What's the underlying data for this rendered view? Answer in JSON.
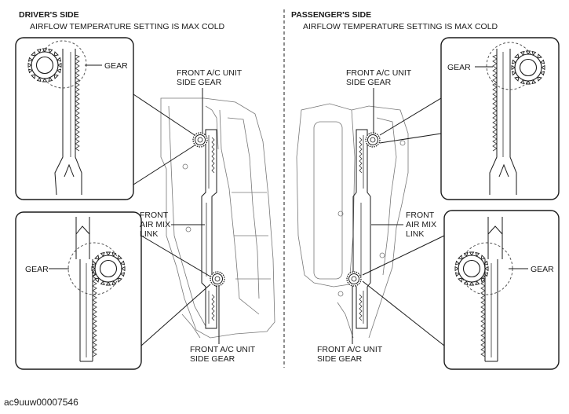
{
  "driver": {
    "title": "DRIVER'S SIDE",
    "subtitle": "AIRFLOW TEMPERATURE SETTING IS MAX COLD",
    "gear_top": "GEAR",
    "gear_bottom": "GEAR",
    "side_gear_top": [
      "FRONT A/C UNIT",
      "SIDE GEAR"
    ],
    "air_mix_link": [
      "FRONT",
      "AIR MIX",
      "LINK"
    ],
    "side_gear_bottom": [
      "FRONT A/C UNIT",
      "SIDE GEAR"
    ]
  },
  "passenger": {
    "title": "PASSENGER'S SIDE",
    "subtitle": "AIRFLOW TEMPERATURE SETTING IS MAX COLD",
    "gear_top": "GEAR",
    "gear_bottom": "GEAR",
    "side_gear_top": [
      "FRONT A/C UNIT",
      "SIDE GEAR"
    ],
    "air_mix_link": [
      "FRONT",
      "AIR MIX",
      "LINK"
    ],
    "side_gear_bottom": [
      "FRONT A/C UNIT",
      "SIDE GEAR"
    ]
  },
  "figure_code": "ac9uuw00007546"
}
